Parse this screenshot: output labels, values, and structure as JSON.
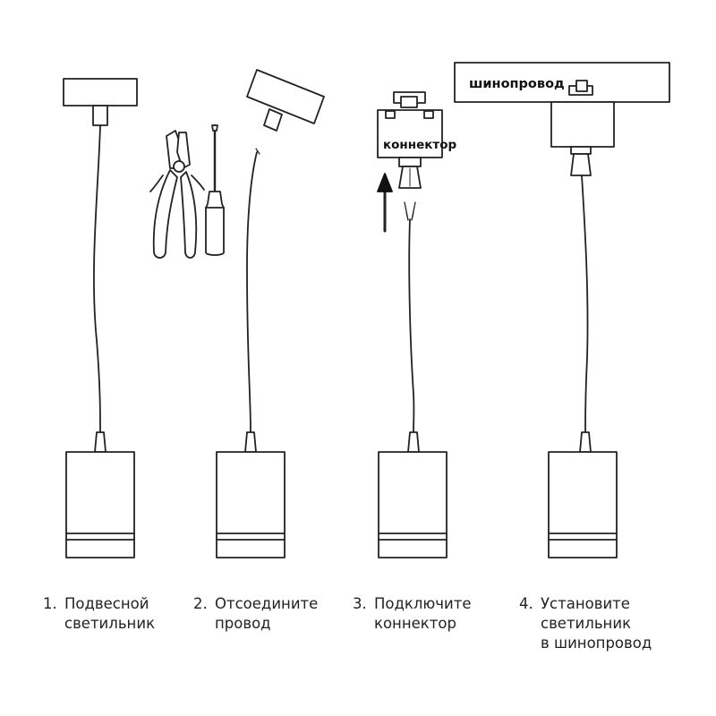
{
  "labels": {
    "rail": "шинопровод",
    "connector": "коннектор"
  },
  "steps": [
    {
      "number": "1.",
      "lines": [
        "Подвесной",
        "светильник"
      ]
    },
    {
      "number": "2.",
      "lines": [
        "Отсоедините",
        "провод"
      ]
    },
    {
      "number": "3.",
      "lines": [
        "Подключите",
        "коннектор"
      ]
    },
    {
      "number": "4.",
      "lines": [
        "Установите",
        "светильник",
        "в шинопровод"
      ]
    }
  ],
  "colors": {
    "line": "#222222",
    "background": "#ffffff"
  }
}
